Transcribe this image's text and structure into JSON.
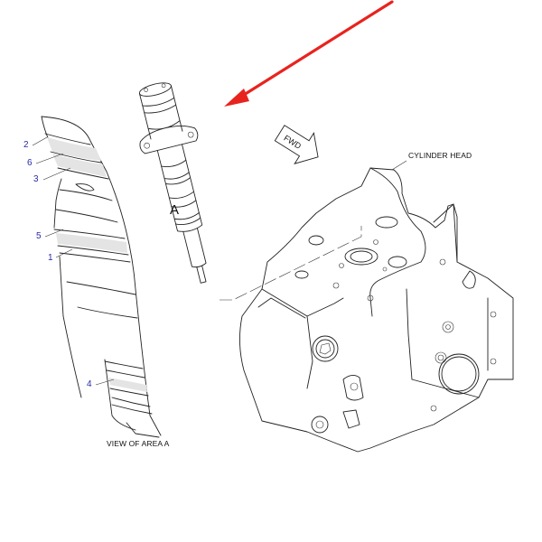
{
  "diagram": {
    "type": "parts-illustration",
    "labels": {
      "cylinder_head": "CYLINDER HEAD",
      "view_caption": "VIEW OF AREA A",
      "area_marker": "A",
      "forward_arrow": "FWD"
    },
    "callouts": [
      {
        "id": "2",
        "text": "2"
      },
      {
        "id": "6",
        "text": "6"
      },
      {
        "id": "3",
        "text": "3"
      },
      {
        "id": "5",
        "text": "5"
      },
      {
        "id": "1",
        "text": "1"
      },
      {
        "id": "4",
        "text": "4"
      }
    ],
    "components": [
      "fuel-injector",
      "cylinder-head",
      "injector-seal-detail"
    ],
    "colors": {
      "line": "#222222",
      "callout_text": "#2a2aa8",
      "highlight_arrow": "#e8231e",
      "band_fill": "#e4e4e4",
      "background": "#ffffff"
    }
  }
}
